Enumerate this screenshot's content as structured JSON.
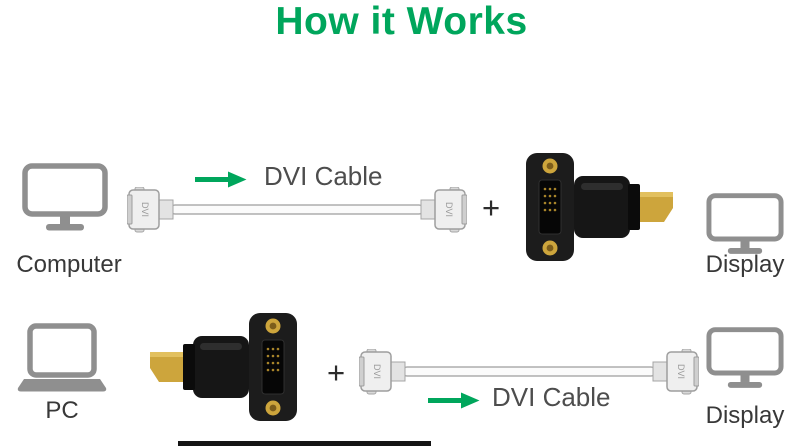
{
  "title": "How it Works",
  "colors": {
    "accent": "#00A65C",
    "icon_gray": "#8F8F8F",
    "text": "#383838",
    "gold": "#CDA53C"
  },
  "rows": [
    {
      "device_label": "Computer",
      "cable_label": "DVI Cable",
      "plus_sign": "+",
      "display_label": "Display",
      "connector_marking": "DVI"
    },
    {
      "device_label": "PC",
      "cable_label": "DVI Cable",
      "plus_sign": "+",
      "display_label": "Display",
      "connector_marking": "DVI"
    }
  ]
}
